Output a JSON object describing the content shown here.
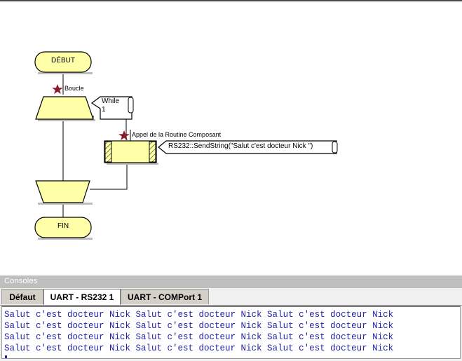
{
  "window": {
    "diagram_background": "#ffffff",
    "node_fill": "#ffffa8",
    "node_stroke": "#000000",
    "star_color": "#8b1a2b",
    "console_text_color": "#2222aa"
  },
  "diagram": {
    "nodes": [
      {
        "id": "start",
        "type": "terminator-rounded",
        "label": "DÉBUT"
      },
      {
        "id": "loop-begin",
        "type": "trapezoid-loop-start",
        "label": ""
      },
      {
        "id": "call",
        "type": "subroutine-call",
        "label": ""
      },
      {
        "id": "loop-end",
        "type": "trapezoid-loop-end",
        "label": ""
      },
      {
        "id": "end",
        "type": "terminator-rounded",
        "label": "FIN"
      }
    ],
    "annotations": [
      {
        "id": "loop-annotation",
        "icon": "star-icon",
        "label": "Boucle"
      },
      {
        "id": "call-annotation",
        "icon": "star-icon",
        "label": "Appel de la Routine Composant"
      }
    ],
    "balloons": [
      {
        "id": "while-balloon",
        "lines": [
          "While",
          "1"
        ]
      },
      {
        "id": "call-balloon",
        "lines": [
          "RS232::SendString(\"Salut c'est docteur Nick \")"
        ]
      }
    ]
  },
  "consoles": {
    "title": "Consoles",
    "tabs": [
      {
        "label": "Défaut",
        "active": false
      },
      {
        "label": "UART - RS232 1",
        "active": true
      },
      {
        "label": "UART - COMPort 1",
        "active": false
      }
    ],
    "output_lines": [
      "Salut c'est docteur Nick Salut c'est docteur Nick Salut c'est docteur Nick",
      "Salut c'est docteur Nick Salut c'est docteur Nick Salut c'est docteur Nick",
      "Salut c'est docteur Nick Salut c'est docteur Nick Salut c'est docteur Nick",
      "Salut c'est docteur Nick Salut c'est docteur Nick Salut c'est docteur Nick"
    ]
  }
}
